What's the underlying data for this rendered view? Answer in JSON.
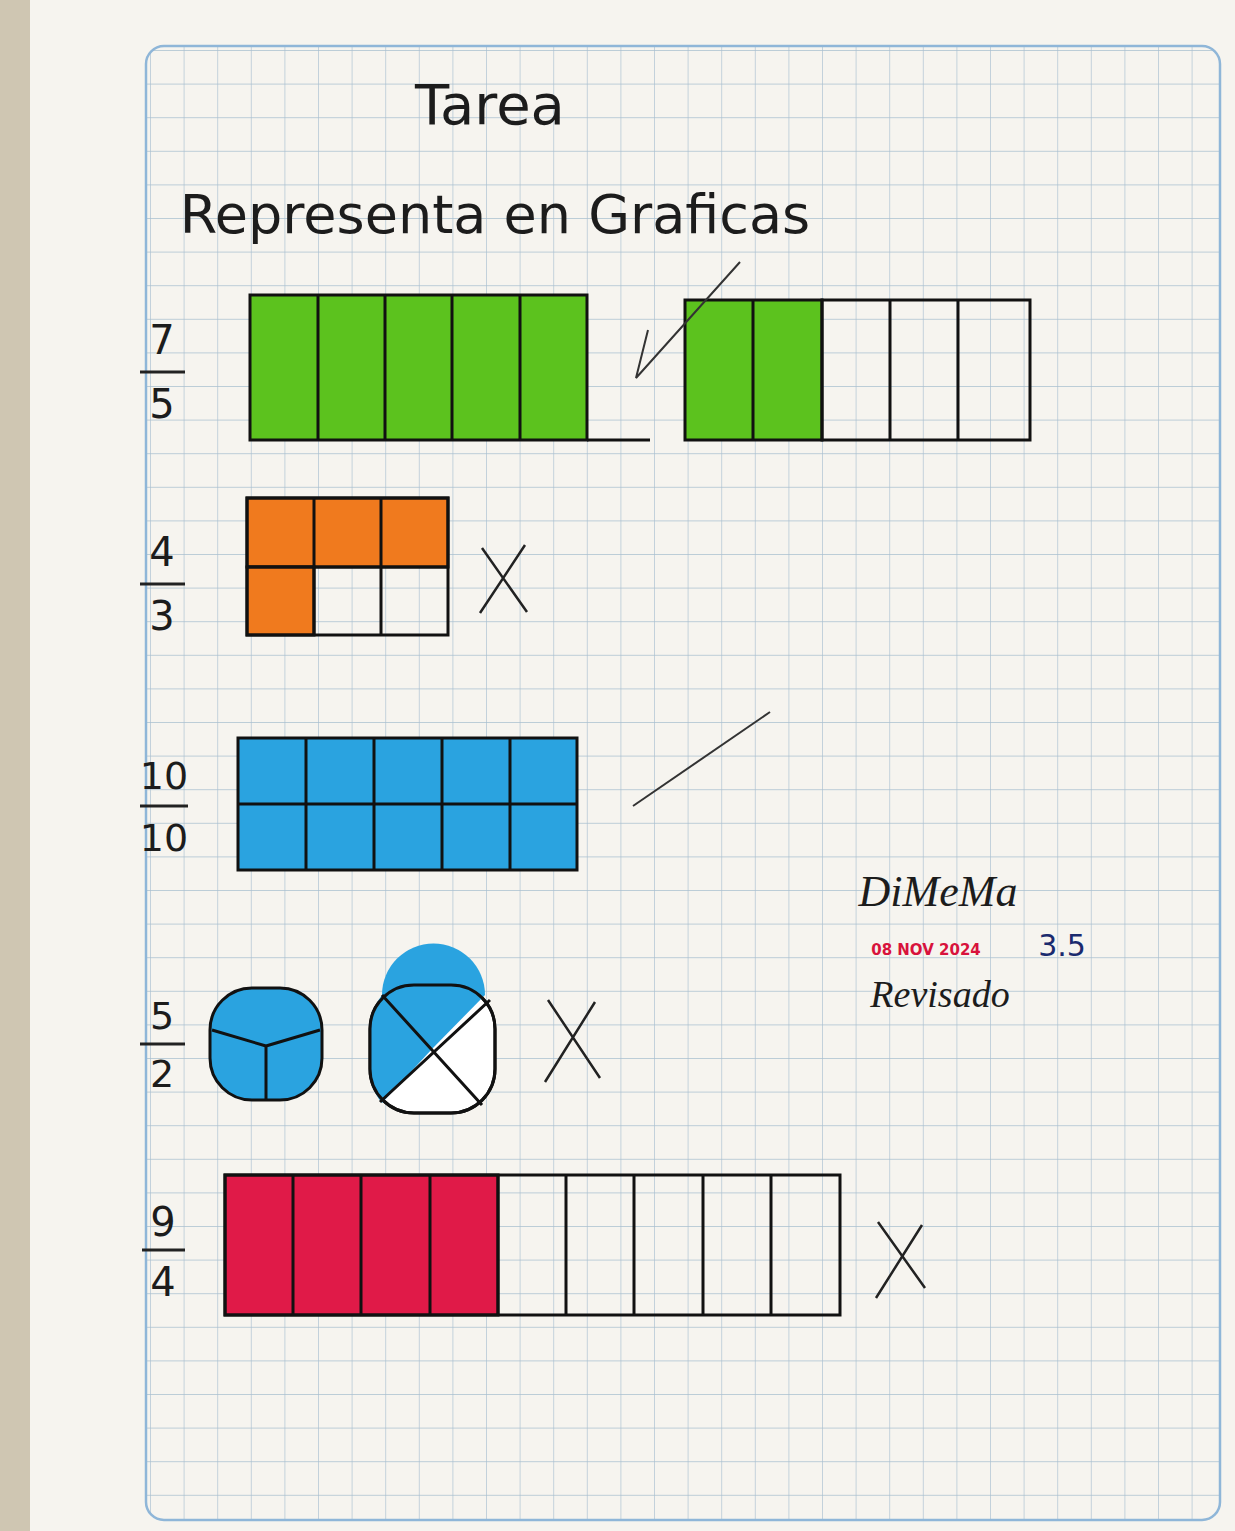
{
  "diagram": {
    "title": "Tarea",
    "labels": [
      "Representa en Graficas",
      "7",
      "5",
      "4",
      "3",
      "10",
      "10",
      "5",
      "2",
      "9",
      "4",
      "DiMeMa",
      "08 NOV 2024",
      "3.5",
      "Revisado"
    ]
  }
}
